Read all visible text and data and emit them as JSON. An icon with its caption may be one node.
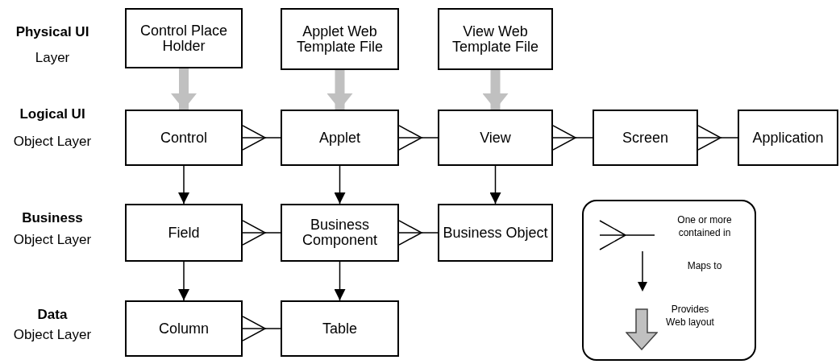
{
  "diagram": {
    "nodes": [
      {
        "text": [
          "Control Place Holder"
        ]
      },
      {
        "text": [
          "Applet Web Template File"
        ]
      },
      {
        "text": [
          "View Web Template File"
        ]
      },
      {
        "text": [
          "Control"
        ]
      },
      {
        "text": [
          "Applet"
        ]
      },
      {
        "text": [
          "View"
        ]
      },
      {
        "text": [
          "Screen"
        ]
      },
      {
        "text": [
          "Application"
        ]
      },
      {
        "text": [
          "Field"
        ]
      },
      {
        "text": [
          "Business Component"
        ]
      },
      {
        "text": [
          "Business Object"
        ]
      },
      {
        "text": [
          "Column"
        ]
      },
      {
        "text": [
          "Table"
        ]
      }
    ],
    "edges": [
      {
        "from": 0,
        "to": 3,
        "arrow": "to",
        "style": "thick",
        "color": "#c0c0c0"
      },
      {
        "from": 1,
        "to": 4,
        "arrow": "to",
        "style": "thick",
        "color": "#c0c0c0"
      },
      {
        "from": 2,
        "to": 5,
        "arrow": "to",
        "style": "thick",
        "color": "#c0c0c0"
      },
      {
        "from": 3,
        "to": 4,
        "arrow": "other"
      },
      {
        "from": 4,
        "to": 5,
        "arrow": "other"
      },
      {
        "from": 5,
        "to": 6,
        "arrow": "other"
      },
      {
        "from": 6,
        "to": 7,
        "arrow": "other"
      },
      {
        "from": 3,
        "to": 8,
        "arrow": "to"
      },
      {
        "from": 4,
        "to": 9,
        "arrow": "to"
      },
      {
        "from": 5,
        "to": 10,
        "arrow": "to"
      },
      {
        "from": 8,
        "to": 9,
        "arrow": "other"
      },
      {
        "from": 9,
        "to": 10,
        "arrow": "other"
      },
      {
        "from": 8,
        "to": 11,
        "arrow": "to"
      },
      {
        "from": 9,
        "to": 12,
        "arrow": "to"
      },
      {
        "from": 11,
        "to": 12,
        "arrow": "other"
      }
    ],
    "labels": [
      "Physical UI",
      "Layer",
      "Logical UI",
      "Object Layer",
      "Business",
      "Object Layer",
      "Data",
      "Object Layer"
    ],
    "legend": [
      {
        "text": "One or more contained in"
      },
      {
        "text": "Maps to"
      },
      {
        "text": "Provides Web layout"
      }
    ]
  }
}
